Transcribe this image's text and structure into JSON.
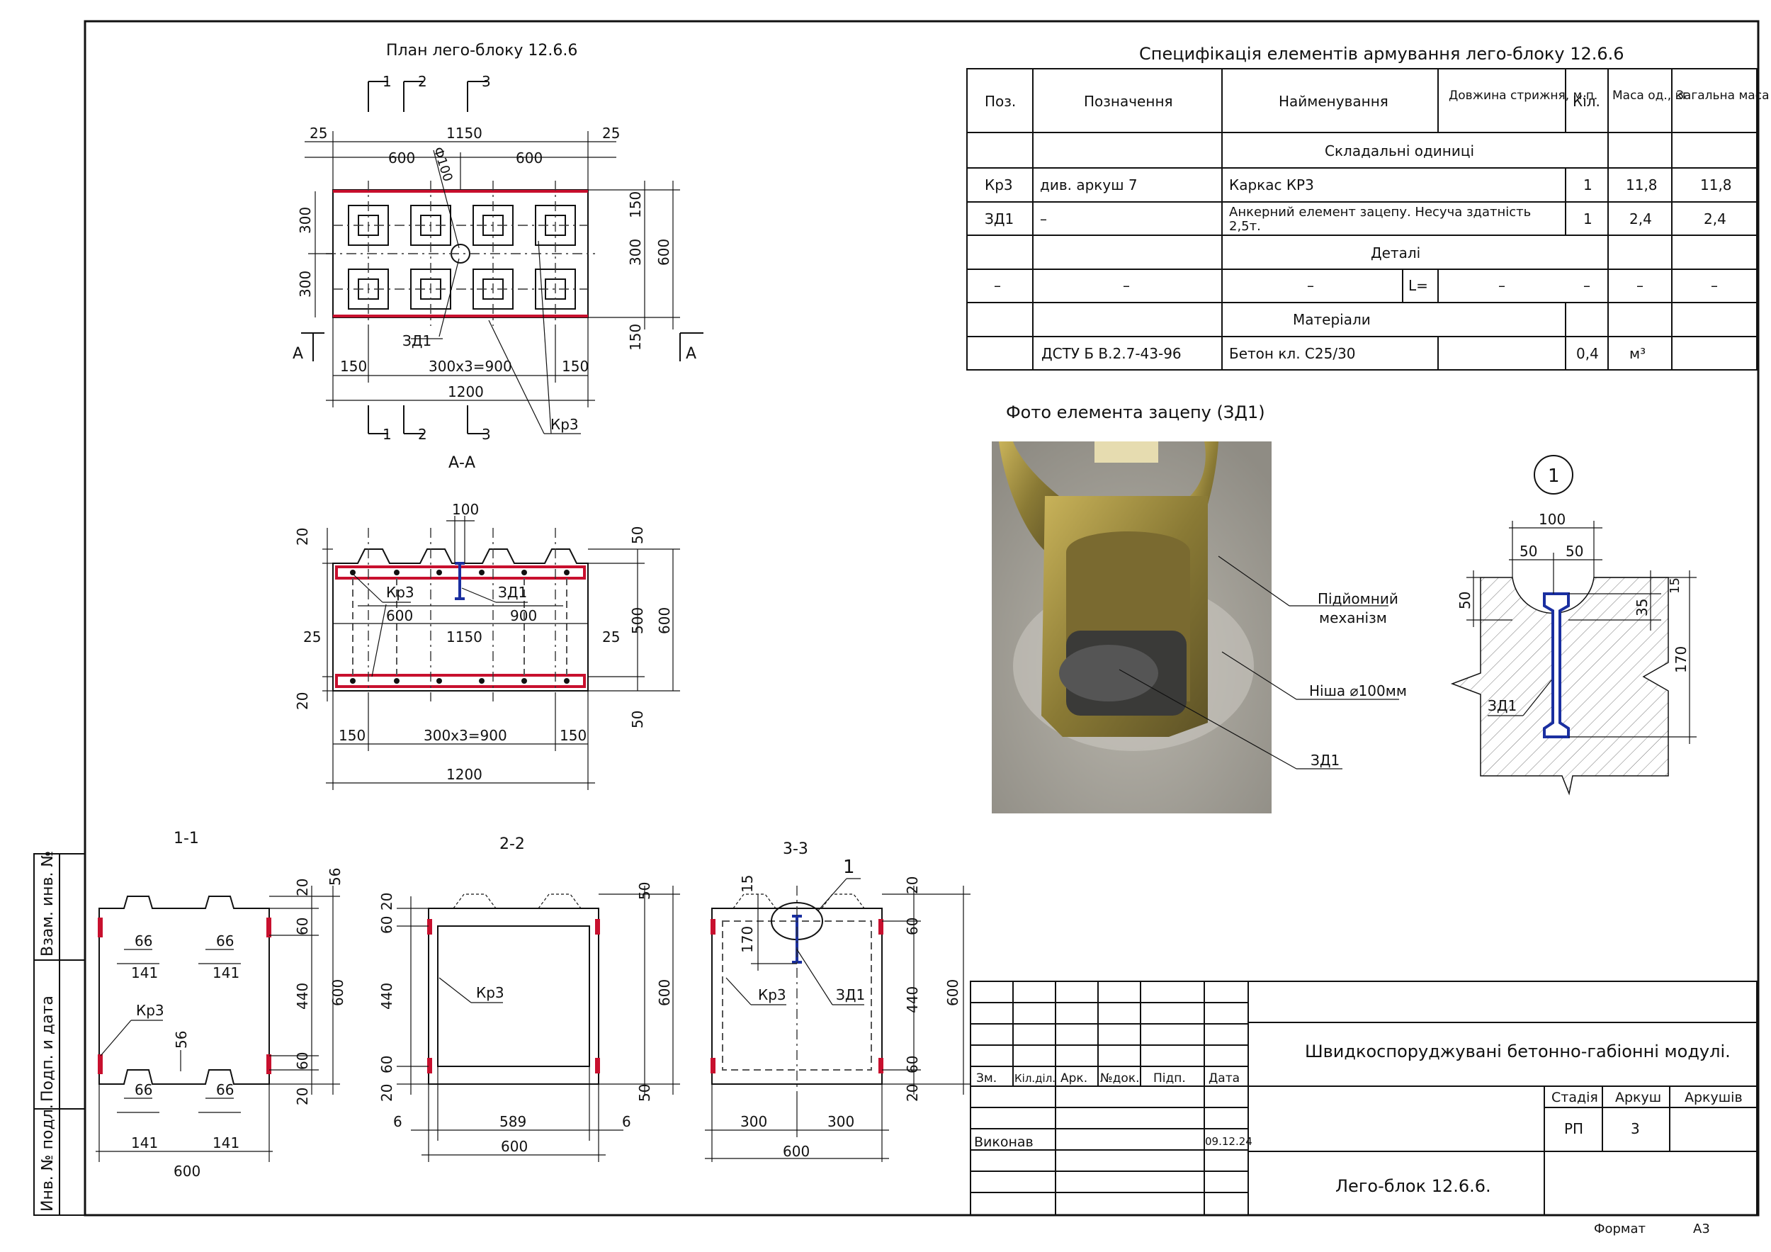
{
  "plan": {
    "title": "План лего-блоку 12.6.6",
    "dims": {
      "d25a": "25",
      "d1150": "1150",
      "d25b": "25",
      "d600a": "600",
      "d600b": "600",
      "phi": "Ф100",
      "d300a": "300",
      "d300b": "300",
      "d150r1": "150",
      "d300r": "300",
      "d600r": "600",
      "d150r2": "150",
      "d150b1": "150",
      "d900": "300х3=900",
      "d150b2": "150",
      "d1200": "1200"
    },
    "labels": {
      "zd1": "ЗД1",
      "kr3": "Кр3",
      "secA": "А",
      "s1": "1",
      "s2": "2",
      "s3": "3"
    }
  },
  "sectionAA": {
    "title": "А-А",
    "dims": {
      "d100": "100",
      "d20t": "20",
      "d50t": "50",
      "d600": "600",
      "d900": "900",
      "d1150": "1150",
      "d25l": "25",
      "d25r": "25",
      "d500": "500",
      "d600r": "600",
      "d20b": "20",
      "d50b": "50",
      "d150l": "150",
      "d900b": "300х3=900",
      "d150r": "150",
      "d1200": "1200"
    },
    "labels": {
      "kr3": "Кр3",
      "zd1": "ЗД1"
    }
  },
  "section11": {
    "title": "1-1",
    "dims": {
      "d20": "20",
      "d56t": "56",
      "d66a": "66",
      "d141a": "141",
      "d66b": "66",
      "d141b": "141",
      "d60a": "60",
      "d440": "440",
      "d600r": "600",
      "d56m": "56",
      "d60b": "60",
      "d20b": "20",
      "d66c": "66",
      "d141c": "141",
      "d66d": "66",
      "d141d": "141",
      "d600": "600"
    },
    "labels": {
      "kr3": "Кр3"
    }
  },
  "section22": {
    "title": "2-2",
    "dims": {
      "d20": "20",
      "d60a": "60",
      "d440": "440",
      "d60b": "60",
      "d20b": "20",
      "d50t": "50",
      "d600r": "600",
      "d50b": "50",
      "d6l": "6",
      "d589": "589",
      "d6r": "6",
      "d600": "600"
    },
    "labels": {
      "kr3": "Кр3"
    }
  },
  "section33": {
    "title": "3-3",
    "dims": {
      "d15": "15",
      "d170": "170",
      "d20": "20",
      "d60a": "60",
      "d440": "440",
      "d60b": "60",
      "d20b": "20",
      "d600r": "600",
      "d300l": "300",
      "d300r": "300",
      "d600": "600"
    },
    "labels": {
      "kr3": "Кр3",
      "zd1": "ЗД1",
      "callout": "1"
    }
  },
  "spec": {
    "title": "Специфікація елементів армування лего-блоку 12.6.6",
    "headers": [
      "Поз.",
      "Позначення",
      "Найменування",
      "Довжина стрижня, м.п.",
      "Кіл.",
      "Маса од., кг",
      "Загальна маса"
    ],
    "group1": "Складальні одиниці",
    "row1": {
      "pos": "Кр3",
      "ref": "див. аркуш 7",
      "name": "Каркас КР3",
      "qty": "1",
      "mass": "11,8",
      "total": "11,8"
    },
    "row2": {
      "pos": "ЗД1",
      "ref": "–",
      "name1": "Анкерний елемент зацепу. Несуча здатність",
      "name2": "2,5т.",
      "qty": "1",
      "mass": "2,4",
      "total": "2,4"
    },
    "group2": "Деталі",
    "row3": {
      "pos": "–",
      "ref": "–",
      "name": "–",
      "L": "L=",
      "len": "–",
      "qty": "–",
      "mass": "–",
      "total": "–"
    },
    "group3": "Матеріали",
    "row4": {
      "ref": "ДСТУ Б В.2.7-43-96",
      "name": "Бетон кл. С25/30",
      "qty": "0,4",
      "unit": "м³"
    }
  },
  "photo": {
    "title": "Фото елемента зацепу (ЗД1)",
    "lead1a": "Підйомний",
    "lead1b": "механізм",
    "lead2": "Ніша ⌀100мм",
    "lead3": "ЗД1"
  },
  "detail1": {
    "num": "1",
    "dims": {
      "d100": "100",
      "d50a": "50",
      "d50b": "50",
      "d50l": "50",
      "d15": "15",
      "d35": "35",
      "d170": "170"
    },
    "label": "ЗД1"
  },
  "stamp": {
    "cols": [
      "Зм.",
      "Кіл.діл.",
      "Арк.",
      "№док.",
      "Підп.",
      "Дата"
    ],
    "project": "Швидкоспоруджувані бетонно-габіонні модулі.",
    "stageH": "Стадія",
    "sheetH": "Аркуш",
    "sheetsH": "Аркушів",
    "stage": "РП",
    "sheet": "3",
    "author": "Виконав",
    "date": "09.12.24",
    "name": "Лего-блок 12.6.6."
  },
  "side": {
    "a": "Взам. инв. №",
    "b": "Подп. и дата",
    "c": "Инв. № подл."
  },
  "footer": {
    "format": "Формат",
    "size": "А3"
  },
  "colors": {
    "rebar": "#c8102e",
    "anchor": "#1a2fa0",
    "line": "#111111"
  }
}
